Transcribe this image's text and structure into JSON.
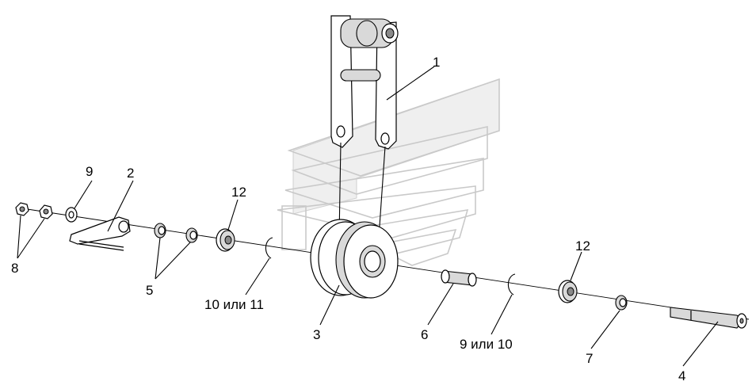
{
  "callouts": {
    "c1": "1",
    "c2": "2",
    "c3": "3",
    "c4": "4",
    "c5": "5",
    "c6": "6",
    "c7": "7",
    "c8": "8",
    "c9": "9",
    "c9_10": "9 или 10",
    "c10_11": "10 или 11",
    "c12a": "12",
    "c12b": "12"
  }
}
